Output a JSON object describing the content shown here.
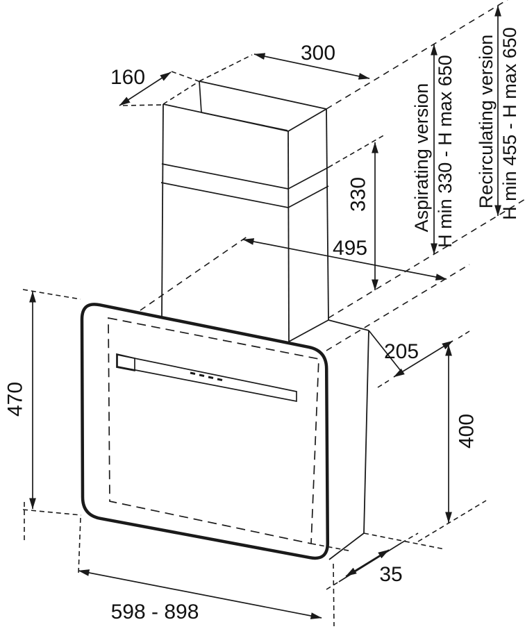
{
  "diagram": {
    "dimensions": {
      "chimney_top_width": "300",
      "chimney_top_depth": "160",
      "chimney_section_height": "330",
      "glass_top_diagonal": "495",
      "top_depth": "205",
      "body_height": "400",
      "front_panel_height": "470",
      "bottom_rear_gap": "35",
      "overall_width_range": "598 - 898"
    },
    "installation": {
      "aspirating_label": "Aspirating version",
      "aspirating_heights": "H min 330 - H max 650",
      "recirculating_label": "Recirculating version",
      "recirculating_heights": "H min 455 - H max 650"
    },
    "colors": {
      "line": "#1a1a1a",
      "background": "#ffffff"
    }
  }
}
